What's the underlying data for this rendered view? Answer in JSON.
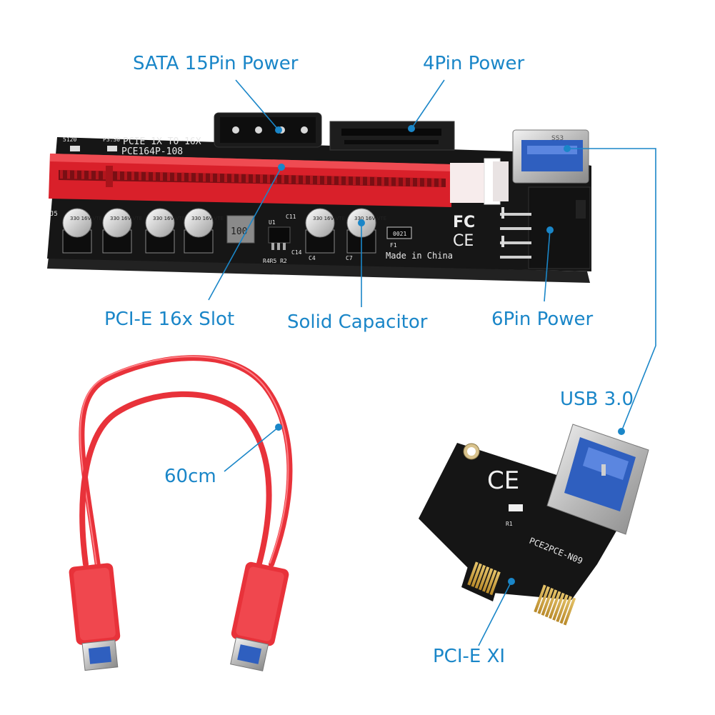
{
  "labels": {
    "sata_power": "SATA 15Pin Power",
    "four_pin_power": "4Pin Power",
    "pcie_16x_slot": "PCI-E 16x Slot",
    "solid_capacitor": "Solid Capacitor",
    "six_pin_power": "6Pin Power",
    "usb3": "USB 3.0",
    "cable_length": "60cm",
    "pcie_x1": "PCI-E XI"
  },
  "board_text": {
    "title_line1": "PCIE 1X TO 16X",
    "title_line2": "PCE164P-108",
    "made_in": "Made in China",
    "adapter_model": "PCE2PCE-N09",
    "ce_mark": "CE",
    "fc_mark": "FC",
    "cap_text": "330 16V VTE",
    "usb_port_text": "SS3",
    "v12": "5120",
    "v33": "P3.30",
    "j5": "J5",
    "u1": "U1",
    "c11": "C11",
    "c14": "C14",
    "r4r5r2": "R4R5 R2",
    "c4": "C4",
    "c7": "C7",
    "f1": "F1",
    "fuse": "0021",
    "r1": "R1",
    "inductor": "100"
  },
  "colors": {
    "accent": "#1a86c8",
    "pcb": "#161616",
    "slot": "#d9202a",
    "cable": "#e8323a"
  }
}
